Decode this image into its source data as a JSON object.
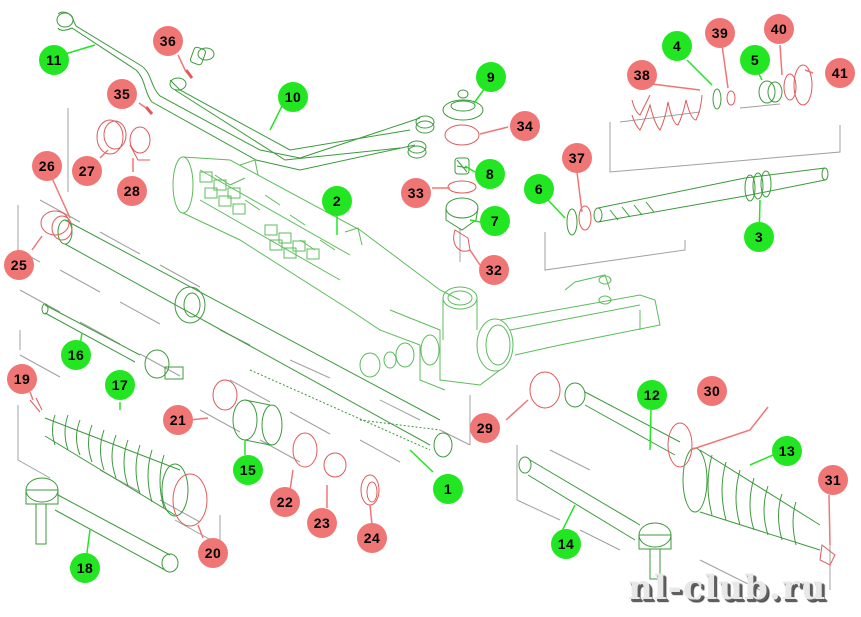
{
  "diagram": {
    "title": "Steering rack exploded view",
    "colors": {
      "main_part": "#22e622",
      "seal_part": "#f07676",
      "part_stroke_main": "#3c9a3c",
      "part_stroke_seal": "#e05a5a",
      "guide_line": "#909090"
    },
    "callouts": [
      {
        "id": "1",
        "kind": "main"
      },
      {
        "id": "2",
        "kind": "main"
      },
      {
        "id": "3",
        "kind": "main"
      },
      {
        "id": "4",
        "kind": "main"
      },
      {
        "id": "5",
        "kind": "main"
      },
      {
        "id": "6",
        "kind": "main"
      },
      {
        "id": "7",
        "kind": "main"
      },
      {
        "id": "8",
        "kind": "main"
      },
      {
        "id": "9",
        "kind": "main"
      },
      {
        "id": "10",
        "kind": "main"
      },
      {
        "id": "11",
        "kind": "main"
      },
      {
        "id": "12",
        "kind": "main"
      },
      {
        "id": "13",
        "kind": "main"
      },
      {
        "id": "14",
        "kind": "main"
      },
      {
        "id": "15",
        "kind": "main"
      },
      {
        "id": "16",
        "kind": "main"
      },
      {
        "id": "17",
        "kind": "main"
      },
      {
        "id": "18",
        "kind": "main"
      },
      {
        "id": "19",
        "kind": "seal"
      },
      {
        "id": "20",
        "kind": "seal"
      },
      {
        "id": "21",
        "kind": "seal"
      },
      {
        "id": "22",
        "kind": "seal"
      },
      {
        "id": "23",
        "kind": "seal"
      },
      {
        "id": "24",
        "kind": "seal"
      },
      {
        "id": "25",
        "kind": "seal"
      },
      {
        "id": "26",
        "kind": "seal"
      },
      {
        "id": "27",
        "kind": "seal"
      },
      {
        "id": "28",
        "kind": "seal"
      },
      {
        "id": "29",
        "kind": "seal"
      },
      {
        "id": "30",
        "kind": "seal"
      },
      {
        "id": "31",
        "kind": "seal"
      },
      {
        "id": "32",
        "kind": "seal"
      },
      {
        "id": "33",
        "kind": "seal"
      },
      {
        "id": "34",
        "kind": "seal"
      },
      {
        "id": "35",
        "kind": "seal"
      },
      {
        "id": "36",
        "kind": "seal"
      },
      {
        "id": "37",
        "kind": "seal"
      },
      {
        "id": "38",
        "kind": "seal"
      },
      {
        "id": "39",
        "kind": "seal"
      },
      {
        "id": "40",
        "kind": "seal"
      },
      {
        "id": "41",
        "kind": "seal"
      }
    ]
  },
  "watermark": "nl-club.ru"
}
